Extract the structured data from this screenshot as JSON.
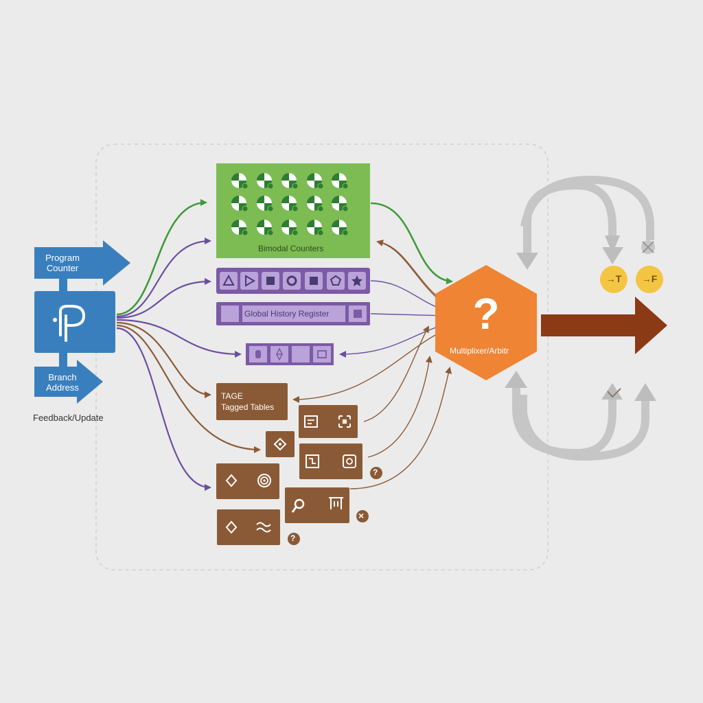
{
  "diagram": {
    "program_counter_label": "Program\nCounter",
    "branch_address_label": "Branch\nAddress",
    "feedback_label": "Feedback/Update",
    "bimodal_label": "Bimodal Counters",
    "ghr_label": "Global History Register",
    "tage_label_line1": "TAGE",
    "tage_label_line2": "Tagged Tables",
    "mux_label": "Multiplixer/Arbitr",
    "mux_symbol": "?",
    "taken_label": "→T",
    "not_taken_label": "→F",
    "small_question_mark": "?",
    "small_x_mark": "×",
    "colors": {
      "blue": "#3a7fbd",
      "green": "#7cbc52",
      "purple": "#7b5aa6",
      "brown": "#8a5a36",
      "orange": "#ee8434",
      "yellow": "#f4c542",
      "gray": "#c4c4c4",
      "dark_brown_arrow": "#8b3a16"
    },
    "icons": {
      "pc_icon": "pointer-p-icon",
      "pie_counter_icon": "pie-counter-icon",
      "shape_icons": [
        "triangle-icon",
        "play-icon",
        "square-icon",
        "circle-icon",
        "square-icon",
        "pentagon-icon",
        "star-icon"
      ],
      "tage_icons": [
        "diamond-icon",
        "swirl-icon",
        "scan-icon",
        "grid-icon",
        "loop-icon",
        "key-icon",
        "gate-icon",
        "wave-icon"
      ]
    }
  }
}
